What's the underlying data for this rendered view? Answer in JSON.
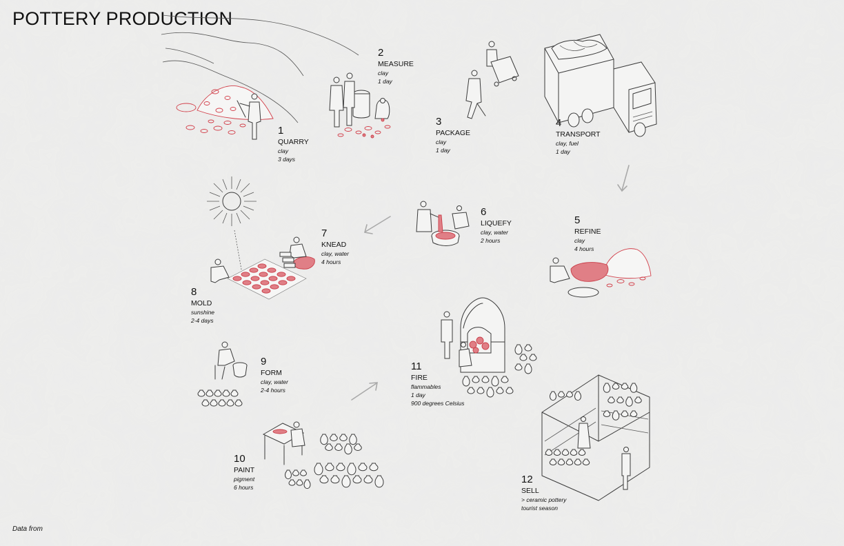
{
  "title": "POTTERY PRODUCTION",
  "footer": "Data from",
  "colors": {
    "background": "#e9e9e8",
    "ink": "#3a3a3a",
    "clay": "#d23f4a",
    "arrow": "#a9a9a9"
  },
  "steps": [
    {
      "num": "1",
      "name": "QUARRY",
      "details": [
        "clay",
        "3 days"
      ]
    },
    {
      "num": "2",
      "name": "MEASURE",
      "details": [
        "clay",
        "1 day"
      ]
    },
    {
      "num": "3",
      "name": "PACKAGE",
      "details": [
        "clay",
        "1 day"
      ]
    },
    {
      "num": "4",
      "name": "TRANSPORT",
      "details": [
        "clay, fuel",
        "1 day"
      ]
    },
    {
      "num": "5",
      "name": "REFINE",
      "details": [
        "clay",
        "4 hours"
      ]
    },
    {
      "num": "6",
      "name": "LIQUEFY",
      "details": [
        "clay, water",
        "2 hours"
      ]
    },
    {
      "num": "7",
      "name": "KNEAD",
      "details": [
        "clay, water",
        "4 hours"
      ]
    },
    {
      "num": "8",
      "name": "MOLD",
      "details": [
        "sunshine",
        "2-4 days"
      ]
    },
    {
      "num": "9",
      "name": "FORM",
      "details": [
        "clay, water",
        "2-4 hours"
      ]
    },
    {
      "num": "10",
      "name": "PAINT",
      "details": [
        "pigment",
        "6 hours"
      ]
    },
    {
      "num": "11",
      "name": "FIRE",
      "details": [
        "flammables",
        "1 day",
        "900 degrees Celsius"
      ]
    },
    {
      "num": "12",
      "name": "SELL",
      "details": [
        "> ceramic pottery",
        "tourist season"
      ]
    }
  ]
}
